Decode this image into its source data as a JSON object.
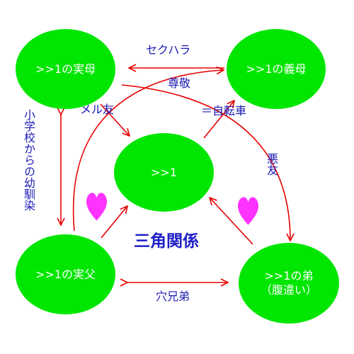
{
  "colors": {
    "node_fill": "#00e600",
    "node_text": "#ffffff",
    "arrow": "#e60000",
    "label": "#1c1cb4",
    "heart": "#ff33ff",
    "title": "#2020c8"
  },
  "nodes": {
    "real_mother": ">>1の実母",
    "mother_in_law": ">>1の義母",
    "center": ">>1",
    "real_father": ">>1の実父",
    "younger_brother": ">>1の弟\n（腹違い）"
  },
  "labels": {
    "sexual_harassment": "セクハラ",
    "respect": "尊敬",
    "mail_friend": "メル友",
    "bicycle": "＝自転車",
    "bad_friend": "悪友",
    "childhood_friend": "小学校からの幼馴染",
    "hole_brothers": "穴兄弟"
  },
  "title": "三角関係",
  "icons": [
    "heart-icon",
    "heart-icon"
  ]
}
